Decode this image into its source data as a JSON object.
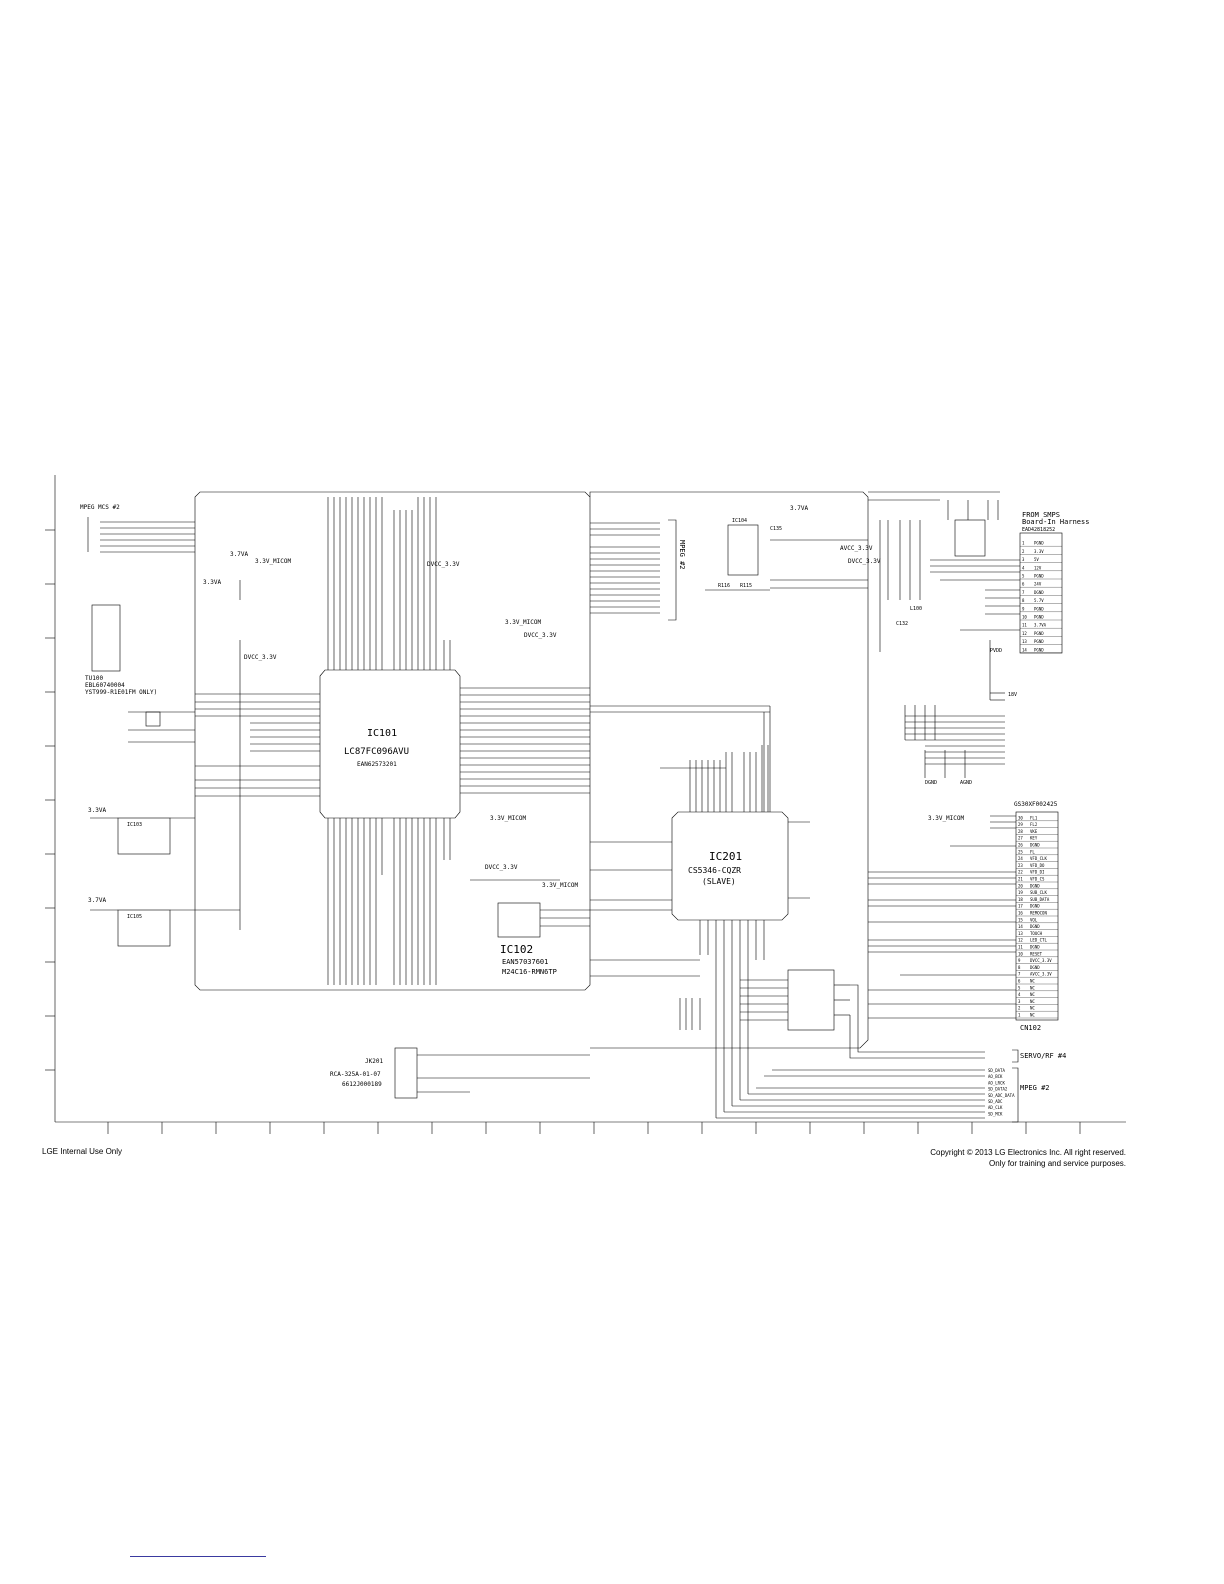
{
  "footer": {
    "left": "LGE Internal Use Only",
    "right_line1": "Copyright © 2013 LG Electronics Inc. All right reserved.",
    "right_line2": "Only for training and service purposes."
  },
  "blocks": {
    "mpeg_mcs": "MPEG MCS #2",
    "tuner": {
      "ref": "TU100",
      "part1": "EBL60740004",
      "part2": "YST999-R1E01FM ONLY)"
    },
    "ic101": {
      "ref": "IC101",
      "part": "LC87FC096AVU",
      "code": "EAN62573201"
    },
    "ic102": {
      "ref": "IC102",
      "part1": "EAN57037601",
      "part2": "M24C16-RMN6TP"
    },
    "ic201": {
      "ref": "IC201",
      "part": "CS5346-CQZR",
      "mode": "(SLAVE)"
    },
    "ic103": "IC103",
    "ic105": "IC105",
    "ic104": "IC104",
    "jk201": {
      "ref": "JK201",
      "part": "RCA-325A-01-07",
      "code": "6612J000189"
    },
    "from_smps": {
      "line1": "FROM SMPS",
      "line2": "Board-In Harness"
    },
    "cn102": "CN102",
    "cn_top_code": "EAD42818252",
    "cn_bottom_code": "GS30XF002425",
    "servo": "SERVO/RF #4",
    "mpeg2": "MPEG #2",
    "mpeg_right": "MPEG #2"
  },
  "rails": {
    "r37va_a": "3.7VA",
    "r33v_micom_a": "3.3V_MICOM",
    "r33va_a": "3.3VA",
    "dvcc33_a": "DVCC_3.3V",
    "dvcc33_b": "DVCC_3.3V",
    "r33v_micom_b": "3.3V_MICOM",
    "dvcc33_c": "DVCC_3.3V",
    "r33v_micom_c": "3.3V_MICOM",
    "dvcc33_d": "DVCC_3.3V",
    "r33v_micom_d": "3.3V_MICOM",
    "r33va_b": "3.3VA",
    "r37va_b": "3.7VA",
    "r37va_c": "3.7VA",
    "avcc33": "AVCC_3.3V",
    "dvcc33_e": "DVCC_3.3V",
    "r33v_micom_e": "3.3V_MICOM"
  },
  "misc": {
    "c135": "C135",
    "r115": "R115",
    "r116": "R116",
    "l100": "L100",
    "c132": "C132",
    "pvdd": "PVDD",
    "dgnd": "DGND",
    "agnd": "AGND",
    "v18": "18V"
  },
  "cn_top_pins": [
    "1",
    "2",
    "3",
    "4",
    "5",
    "6",
    "7",
    "8",
    "9",
    "10",
    "11",
    "12",
    "13",
    "14"
  ],
  "cn_top_labels": [
    "PGND",
    "3.3V",
    "5V",
    "12V",
    "PGND",
    "24V",
    "DGND",
    "5.7V",
    "PGND",
    "PGND",
    "3.7VA",
    "PGND",
    "PGND",
    "PGND"
  ],
  "cn_bot_pins": [
    "30",
    "29",
    "28",
    "27",
    "26",
    "25",
    "24",
    "23",
    "22",
    "21",
    "20",
    "19",
    "18",
    "17",
    "16",
    "15",
    "14",
    "13",
    "12",
    "11",
    "10",
    "9",
    "8",
    "7",
    "6",
    "5",
    "4",
    "3",
    "2",
    "1"
  ],
  "cn_bot_labels": [
    "FL1",
    "FL2",
    "VKE",
    "KEY",
    "DGND",
    "FL",
    "VFD_CLK",
    "VFD_DO",
    "VFD_DI",
    "VFD_CS",
    "DGND",
    "SUB_CLK",
    "SUB_DATA",
    "DGND",
    "REMOCON",
    "VOL",
    "DGND",
    "TOUCH",
    "LED_CTL",
    "DGND",
    "RESET",
    "DVCC_3.3V",
    "DGND",
    "AVCC_3.3V",
    "NC",
    "NC",
    "NC",
    "NC",
    "NC",
    "NC"
  ],
  "servo_outs": [
    "SD_DATA",
    "AO_BCK",
    "AO_LRCK",
    "SD_DATA2",
    "SD_ADC_DATA",
    "SD_ADC",
    "AD_CLK",
    "SD_MCK"
  ]
}
